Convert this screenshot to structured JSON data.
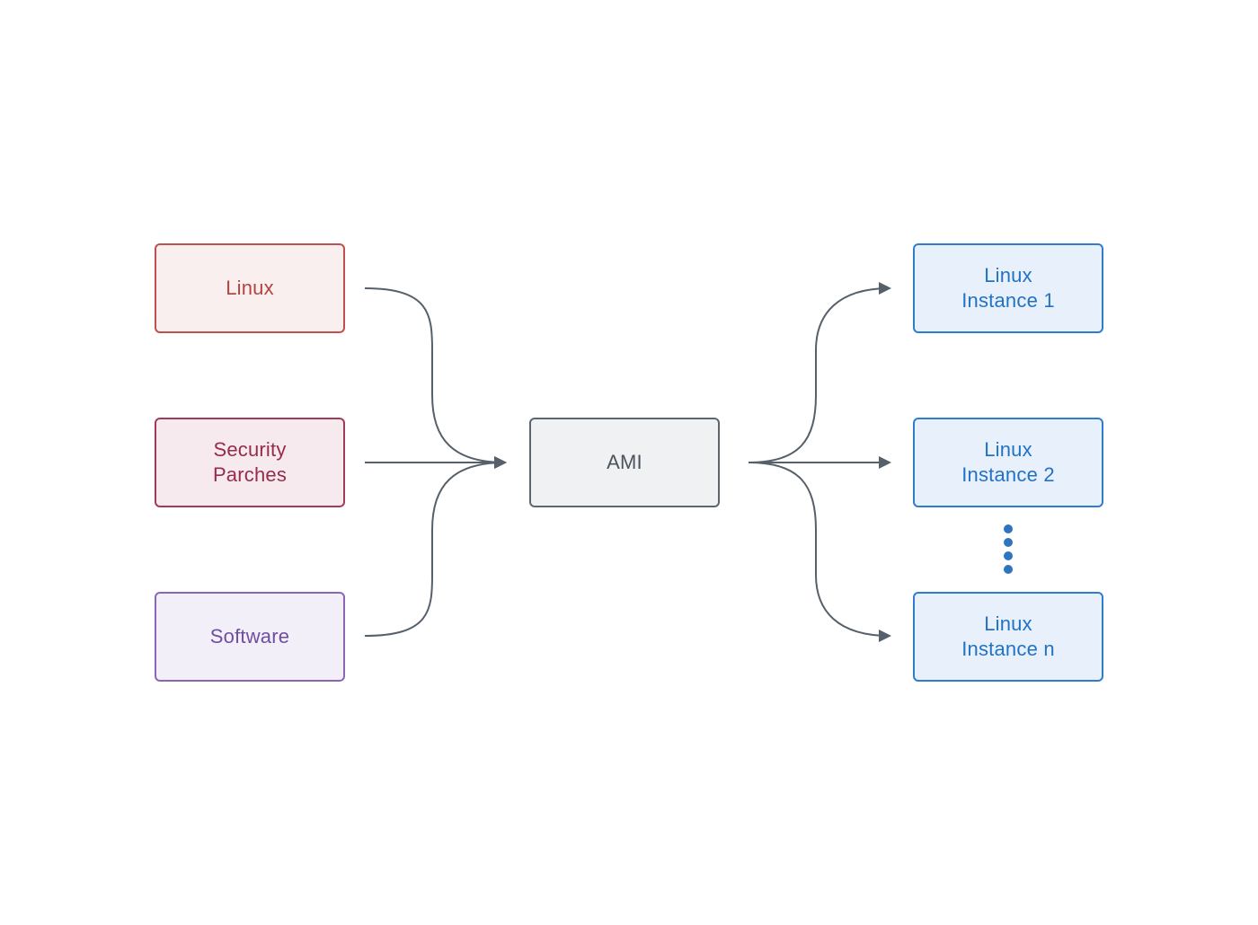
{
  "colors": {
    "connector": "#56606b",
    "dots": "#2f74c0"
  },
  "nodes": {
    "linux": {
      "lines": [
        "Linux"
      ],
      "fill": "#f8efee",
      "border": "#c0504d",
      "text": "#b54440"
    },
    "security": {
      "lines": [
        "Security",
        "Parches"
      ],
      "fill": "#f6eaee",
      "border": "#a23b57",
      "text": "#962c4a"
    },
    "software": {
      "lines": [
        "Software"
      ],
      "fill": "#f3eff9",
      "border": "#8a67b5",
      "text": "#6f4ea2"
    },
    "ami": {
      "lines": [
        "AMI"
      ],
      "fill": "#f0f1f2",
      "border": "#5c6670",
      "text": "#4b545d"
    },
    "instance1": {
      "lines": [
        "Linux",
        "Instance 1"
      ],
      "fill": "#e8f1fb",
      "border": "#2f7ccc",
      "text": "#2272c3"
    },
    "instance2": {
      "lines": [
        "Linux",
        "Instance 2"
      ],
      "fill": "#e8f1fb",
      "border": "#2f7ccc",
      "text": "#2272c3"
    },
    "instance_n": {
      "lines": [
        "Linux",
        "Instance n"
      ],
      "fill": "#e8f1fb",
      "border": "#2f7ccc",
      "text": "#2272c3"
    }
  }
}
